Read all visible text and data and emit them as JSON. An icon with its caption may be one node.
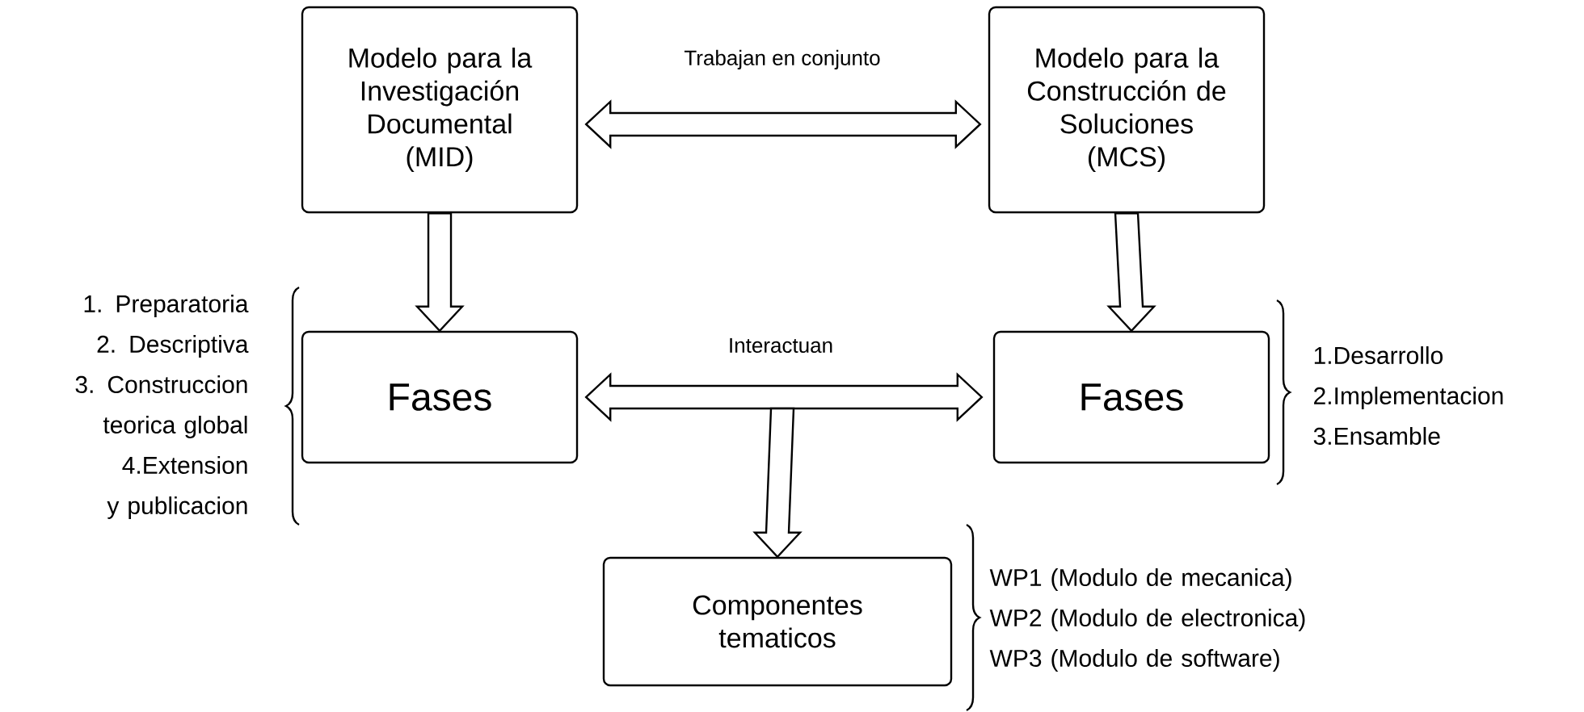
{
  "diagram": {
    "nodes": [
      {
        "text": [
          "Modelo para la Investigación Documental (MID)"
        ]
      },
      {
        "text": [
          "Modelo para la Construcción de Soluciones (MCS)"
        ]
      },
      {
        "text": [
          "Fases"
        ],
        "beside": [
          "1. Preparatoria",
          "2. Descriptiva",
          "3. Construccion teorica global",
          "4.Extension y publicacion"
        ]
      },
      {
        "text": [
          "Fases"
        ],
        "beside": [
          "1.Desarrollo",
          "2.Implementacion",
          "3.Ensamble"
        ]
      },
      {
        "text": [
          "Componentes tematicos"
        ],
        "beside": [
          "WP1 (Modulo de mecanica)",
          "WP2 (Modulo de electronica)",
          "WP3 (Modulo de software)"
        ]
      }
    ],
    "edges": [
      {
        "from": 0,
        "to": 1,
        "arrow": "both",
        "label": "Trabajan en conjunto"
      },
      {
        "from": 0,
        "to": 2,
        "arrow": "to"
      },
      {
        "from": 1,
        "to": 3,
        "arrow": "to"
      },
      {
        "from": 2,
        "to": 3,
        "arrow": "both",
        "label": "Interactuan"
      },
      {
        "from": null,
        "to": 4,
        "arrow": "to"
      }
    ]
  }
}
